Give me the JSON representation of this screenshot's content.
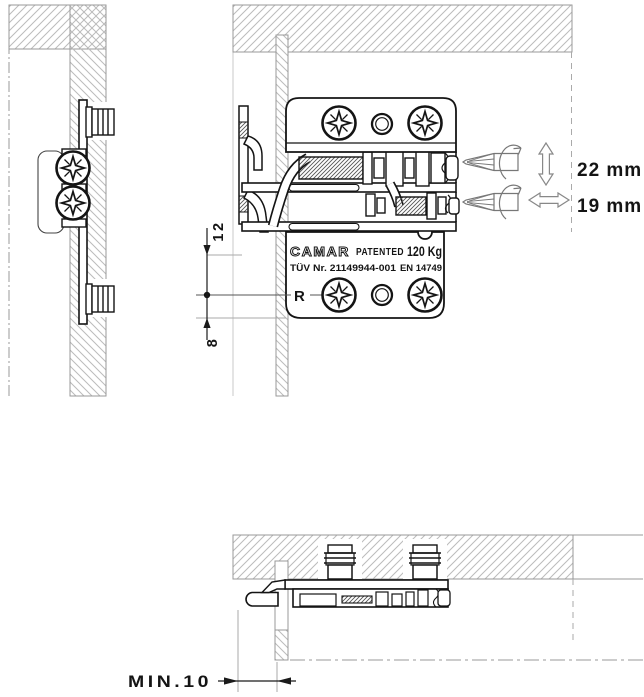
{
  "front_view": {
    "label_plate": {
      "brand": "CAMAR",
      "patented": "PATENTED",
      "capacity": "120 Kg",
      "cert_prefix": "TÜV",
      "cert_number": "Nr. 21149944-001",
      "cert_standard": "EN 14749"
    },
    "r_label": "R",
    "dim_flange_to_center": "12",
    "dim_center_to_edge": "8"
  },
  "adjustments": {
    "vertical_travel": "22 mm",
    "horizontal_travel": "19 mm"
  },
  "bottom_view": {
    "min_clearance": "MIN.10"
  },
  "icons": {
    "screwdriver_vertical_adjust": "phillips-screwdriver-icon",
    "screwdriver_horizontal_adjust": "phillips-screwdriver-icon",
    "vertical_arrow": "double-arrow-vertical-icon",
    "horizontal_arrow": "double-arrow-horizontal-icon",
    "rotation_arrow": "rotation-arrow-icon",
    "cam_screw": "phillips-screw-icon",
    "mounting_dowel": "threaded-dowel-icon"
  },
  "colors": {
    "background": "#ffffff",
    "line": "#141414",
    "panel_outline": "#999999",
    "hatch": "#bbbbbb",
    "dimension": "#1a1a1a",
    "tool_outline": "#777777"
  }
}
